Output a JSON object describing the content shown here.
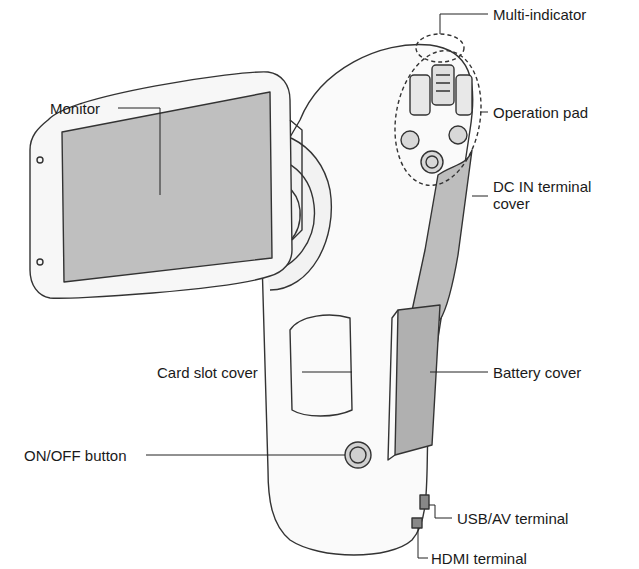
{
  "diagram": {
    "labels": [
      "Monitor",
      "Multi-indicator",
      "Operation pad",
      "DC IN terminal cover",
      "Card slot cover",
      "Battery cover",
      "ON/OFF button",
      "USB/AV terminal",
      "HDMI terminal"
    ]
  }
}
